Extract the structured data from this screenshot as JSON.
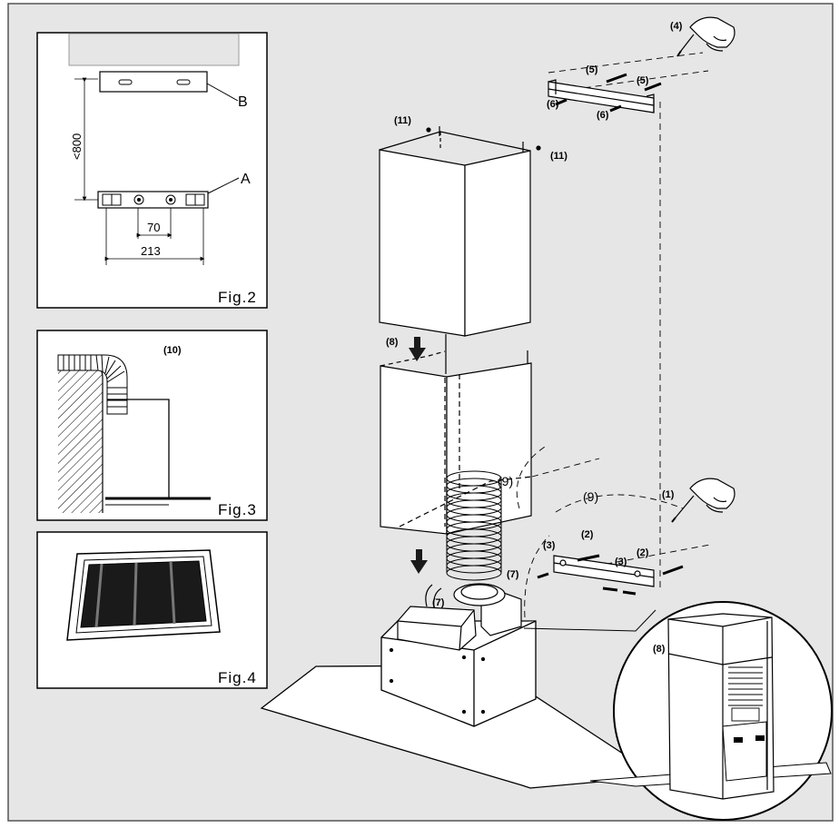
{
  "colors": {
    "page_background": "#e7e6e6",
    "panel_background": "#ffffff",
    "line": "#000000",
    "filter": "#1a1a1a"
  },
  "fig2": {
    "caption": "Fig.2",
    "label_a": "A",
    "label_b": "B",
    "dim_height": "<800",
    "dim_holes": "70",
    "dim_width": "213"
  },
  "fig3": {
    "caption": "Fig.3",
    "callout": "(10)"
  },
  "fig4": {
    "caption": "Fig.4"
  },
  "main": {
    "c1": "(1)",
    "c2": "(2)",
    "c3": "(3)",
    "c4": "(4)",
    "c5": "(5)",
    "c6": "(6)",
    "c7": "(7)",
    "c8": "(8)",
    "c9": "(9)",
    "c11": "(11)"
  }
}
